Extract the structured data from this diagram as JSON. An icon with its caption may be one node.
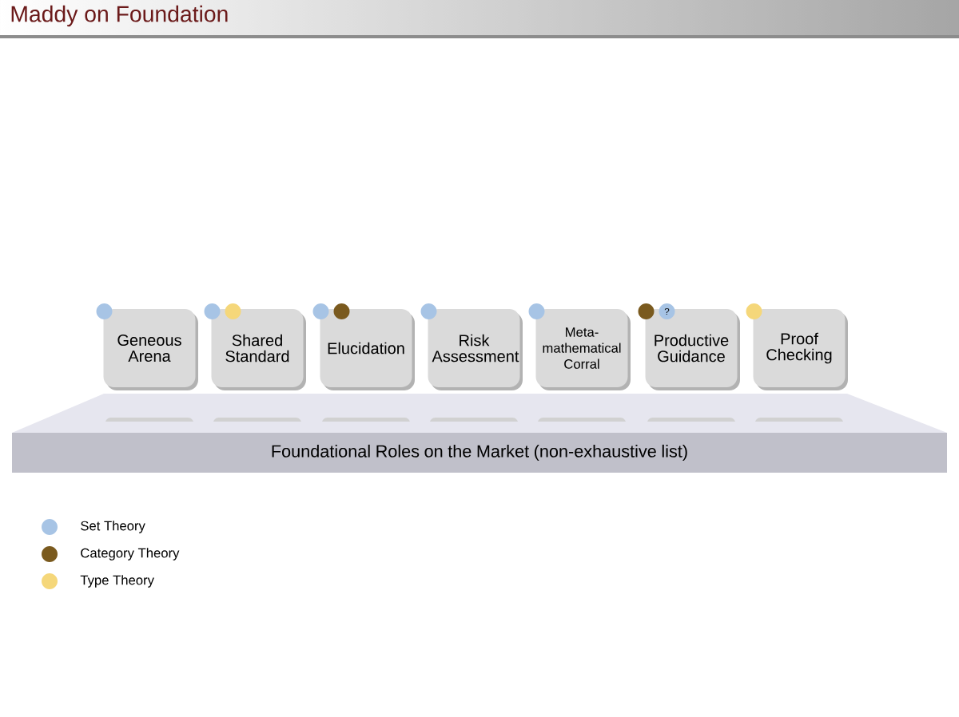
{
  "diagram": {
    "title": "Maddy on Foundation",
    "nodes": [
      {
        "text": [
          "Foundational Roles on the Market (non-exhaustive list)"
        ]
      },
      {
        "text": [
          "Geneous Arena"
        ]
      },
      {
        "text": [
          "Shared Standard"
        ]
      },
      {
        "text": [
          "Elucidation"
        ]
      },
      {
        "text": [
          "Risk Assessment"
        ]
      },
      {
        "text": [
          "Meta-mathematical Corral"
        ]
      },
      {
        "text": [
          "Productive Guidance"
        ]
      },
      {
        "text": [
          "Proof Checking"
        ]
      }
    ],
    "labels": [
      "?"
    ],
    "legend": [
      {
        "text": "Set Theory",
        "color": "#a7c4e5"
      },
      {
        "text": "Category Theory",
        "color": "#7a5a1e"
      },
      {
        "text": "Type Theory",
        "color": "#f5d77a"
      }
    ]
  }
}
